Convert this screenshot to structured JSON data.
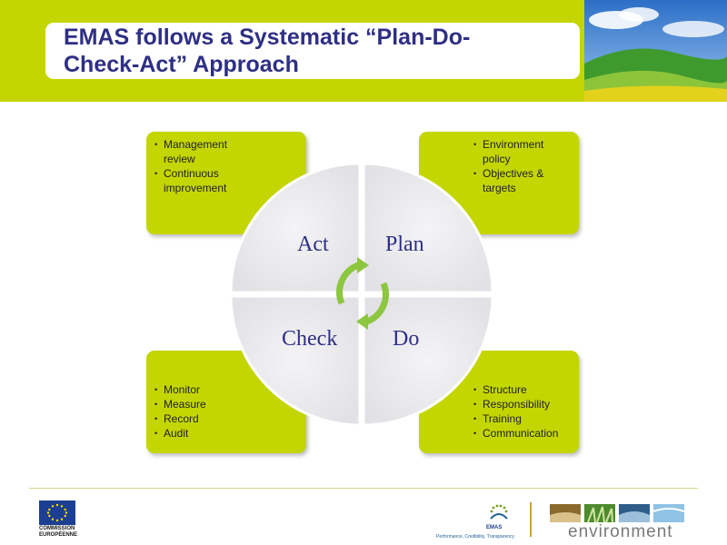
{
  "header": {
    "title_line1": "EMAS follows a Systematic “Plan-Do-",
    "title_line2": "Check-Act” Approach"
  },
  "quadrants": {
    "act": {
      "label": "Act",
      "items": [
        "Management review",
        "Continuous improvement"
      ]
    },
    "plan": {
      "label": "Plan",
      "items": [
        "Environment policy",
        "Objectives & targets"
      ]
    },
    "check": {
      "label": "Check",
      "items": [
        "Monitor",
        "Measure",
        "Record",
        "Audit"
      ]
    },
    "do": {
      "label": "Do",
      "items": [
        "Structure",
        "Responsibility",
        "Training",
        "Communication"
      ]
    }
  },
  "footer": {
    "eu_line1": "COMMISSION",
    "eu_line2": "EUROPÉENNE",
    "emas_logo_text": "EMAS",
    "emas_tagline": "Performance, Credibility, Transparency",
    "environment_word": "environment"
  },
  "colors": {
    "accent_green": "#c4d600",
    "title_navy": "#2e2f85",
    "cycle_green": "#8dc63f"
  }
}
